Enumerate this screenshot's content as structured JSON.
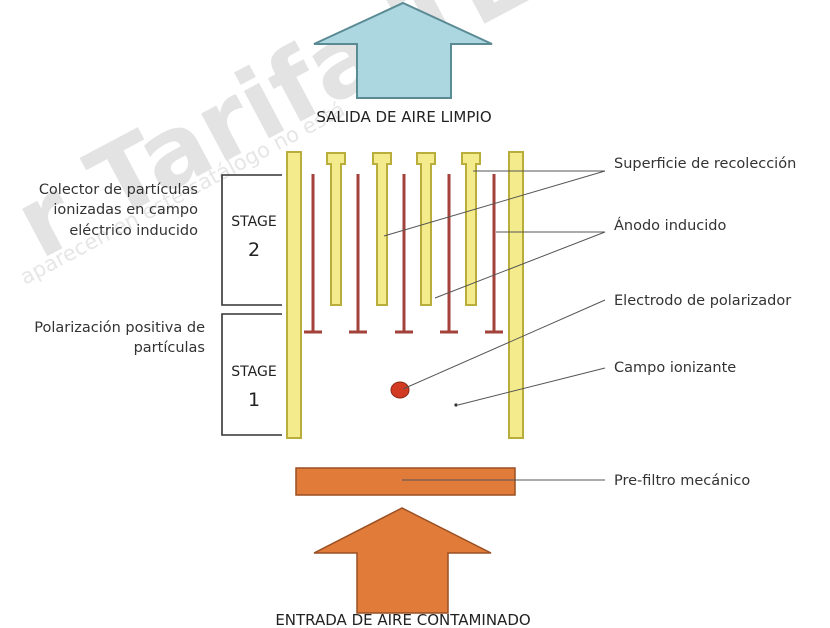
{
  "watermark": {
    "big": "r Tarifa TECNI",
    "small": "aparecen en este catálogo no está"
  },
  "colors": {
    "plate_fill": "#f4ec8c",
    "plate_stroke": "#b9ad3c",
    "anode": "#a3423a",
    "orange": "#e07b3a",
    "orange_stroke": "#9a4f22",
    "blue_arrow": "#acd7e0",
    "blue_stroke": "#5a8a94"
  },
  "captions": {
    "top": "SALIDA DE AIRE LIMPIO",
    "bottom": "ENTRADA DE AIRE CONTAMINADO"
  },
  "stages": [
    {
      "title": "STAGE",
      "number": "2"
    },
    {
      "title": "STAGE",
      "number": "1"
    }
  ],
  "left_labels": {
    "collector": [
      "Colector de partículas",
      "ionizadas en campo",
      "eléctrico inducido"
    ],
    "polarization": [
      "Polarización positiva de",
      "partículas"
    ]
  },
  "right_labels": [
    "Superficie de recolección",
    "Ánodo inducido",
    "Electrodo de polarizador",
    "Campo ionizante",
    "Pre-filtro mecánico"
  ]
}
